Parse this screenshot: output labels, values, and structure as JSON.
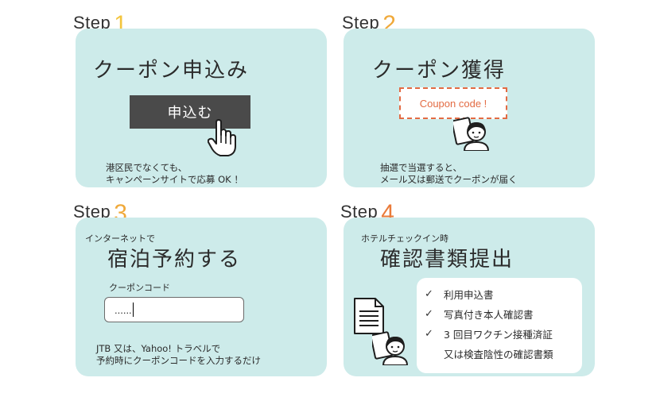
{
  "steps": [
    {
      "label": "Step",
      "number": "1",
      "number_color": "#f3c53e",
      "title": "クーポン申込み",
      "button_label": "申込む",
      "note_line1": "港区民でなくても、",
      "note_line2": "キャンペーンサイトで応募 OK ！"
    },
    {
      "label": "Step",
      "number": "2",
      "number_color": "#f0a93a",
      "title": "クーポン獲得",
      "coupon_text": "Coupon code !",
      "note_line1": "抽選で当選すると、",
      "note_line2": "メール又は郵送でクーポンが届く"
    },
    {
      "label": "Step",
      "number": "3",
      "number_color": "#f0a93a",
      "subtitle": "インターネットで",
      "title": "宿泊予約する",
      "input_label": "クーポンコード",
      "input_value": "......",
      "note_line1": "JTB 又は、Yahoo! トラベルで",
      "note_line2": "予約時にクーポンコードを入力するだけ"
    },
    {
      "label": "Step",
      "number": "4",
      "number_color": "#ea7b3a",
      "subtitle": "ホテルチェックイン時",
      "title": "確認書類提出",
      "checklist": [
        {
          "check": "✓",
          "text": "利用申込書"
        },
        {
          "check": "✓",
          "text": "写真付き本人確認書"
        },
        {
          "check": "✓",
          "text": "3 回目ワクチン接種済証"
        },
        {
          "check": "",
          "text": "又は検査陰性の確認書類"
        }
      ]
    }
  ],
  "colors": {
    "card_bg": "#cdebea",
    "button_bg": "#4a4a4a",
    "coupon_accent": "#e36b43"
  },
  "icons": {
    "hand_pointer": "hand-pointer-icon",
    "person_card": "person-with-card-icon",
    "document": "document-icon"
  }
}
